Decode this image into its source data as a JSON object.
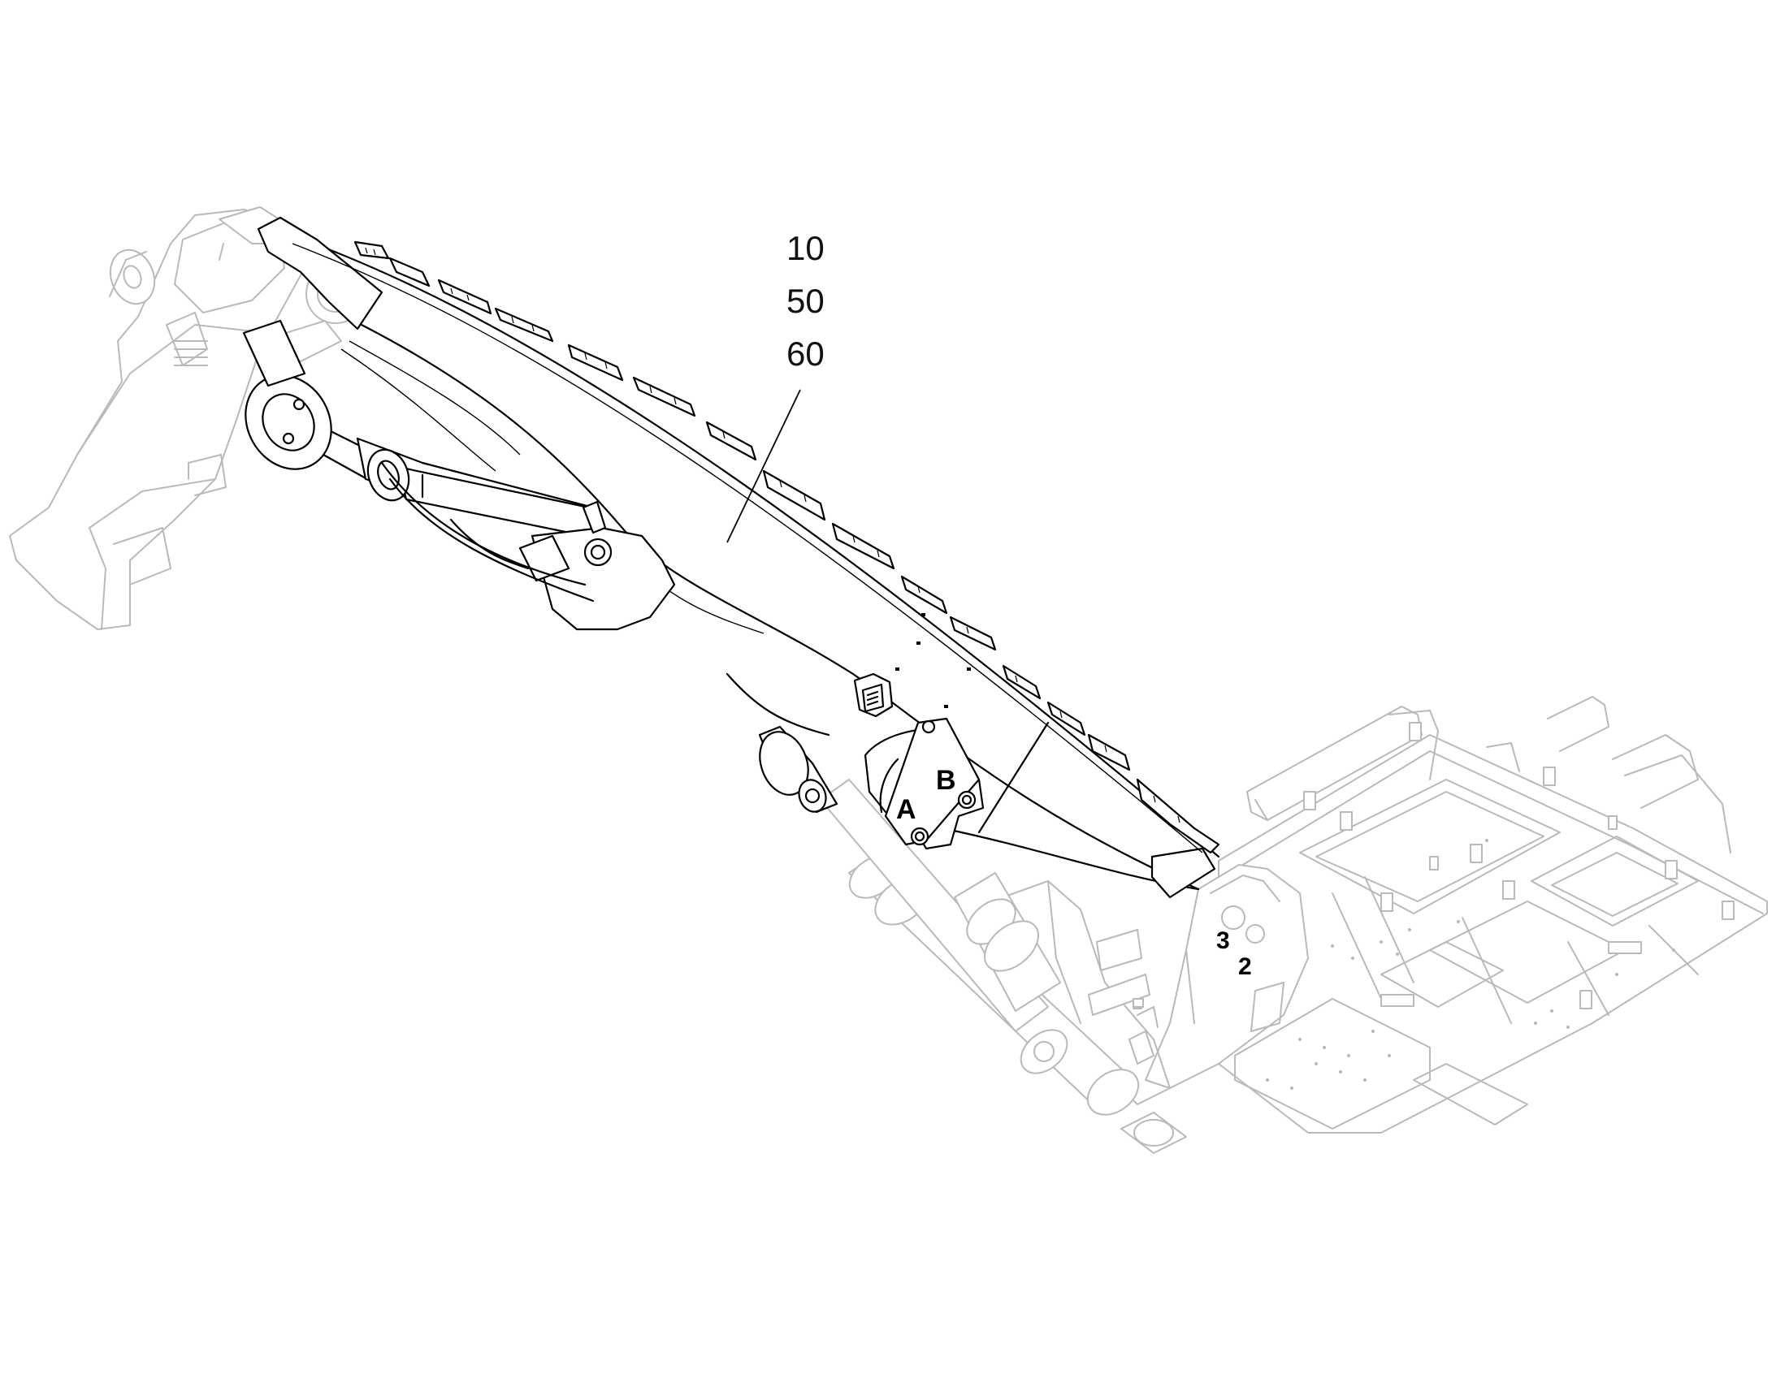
{
  "callouts": {
    "stack": [
      "10",
      "50",
      "60"
    ]
  },
  "labels": {
    "a": "A",
    "b": "B",
    "three": "3",
    "two": "2"
  }
}
